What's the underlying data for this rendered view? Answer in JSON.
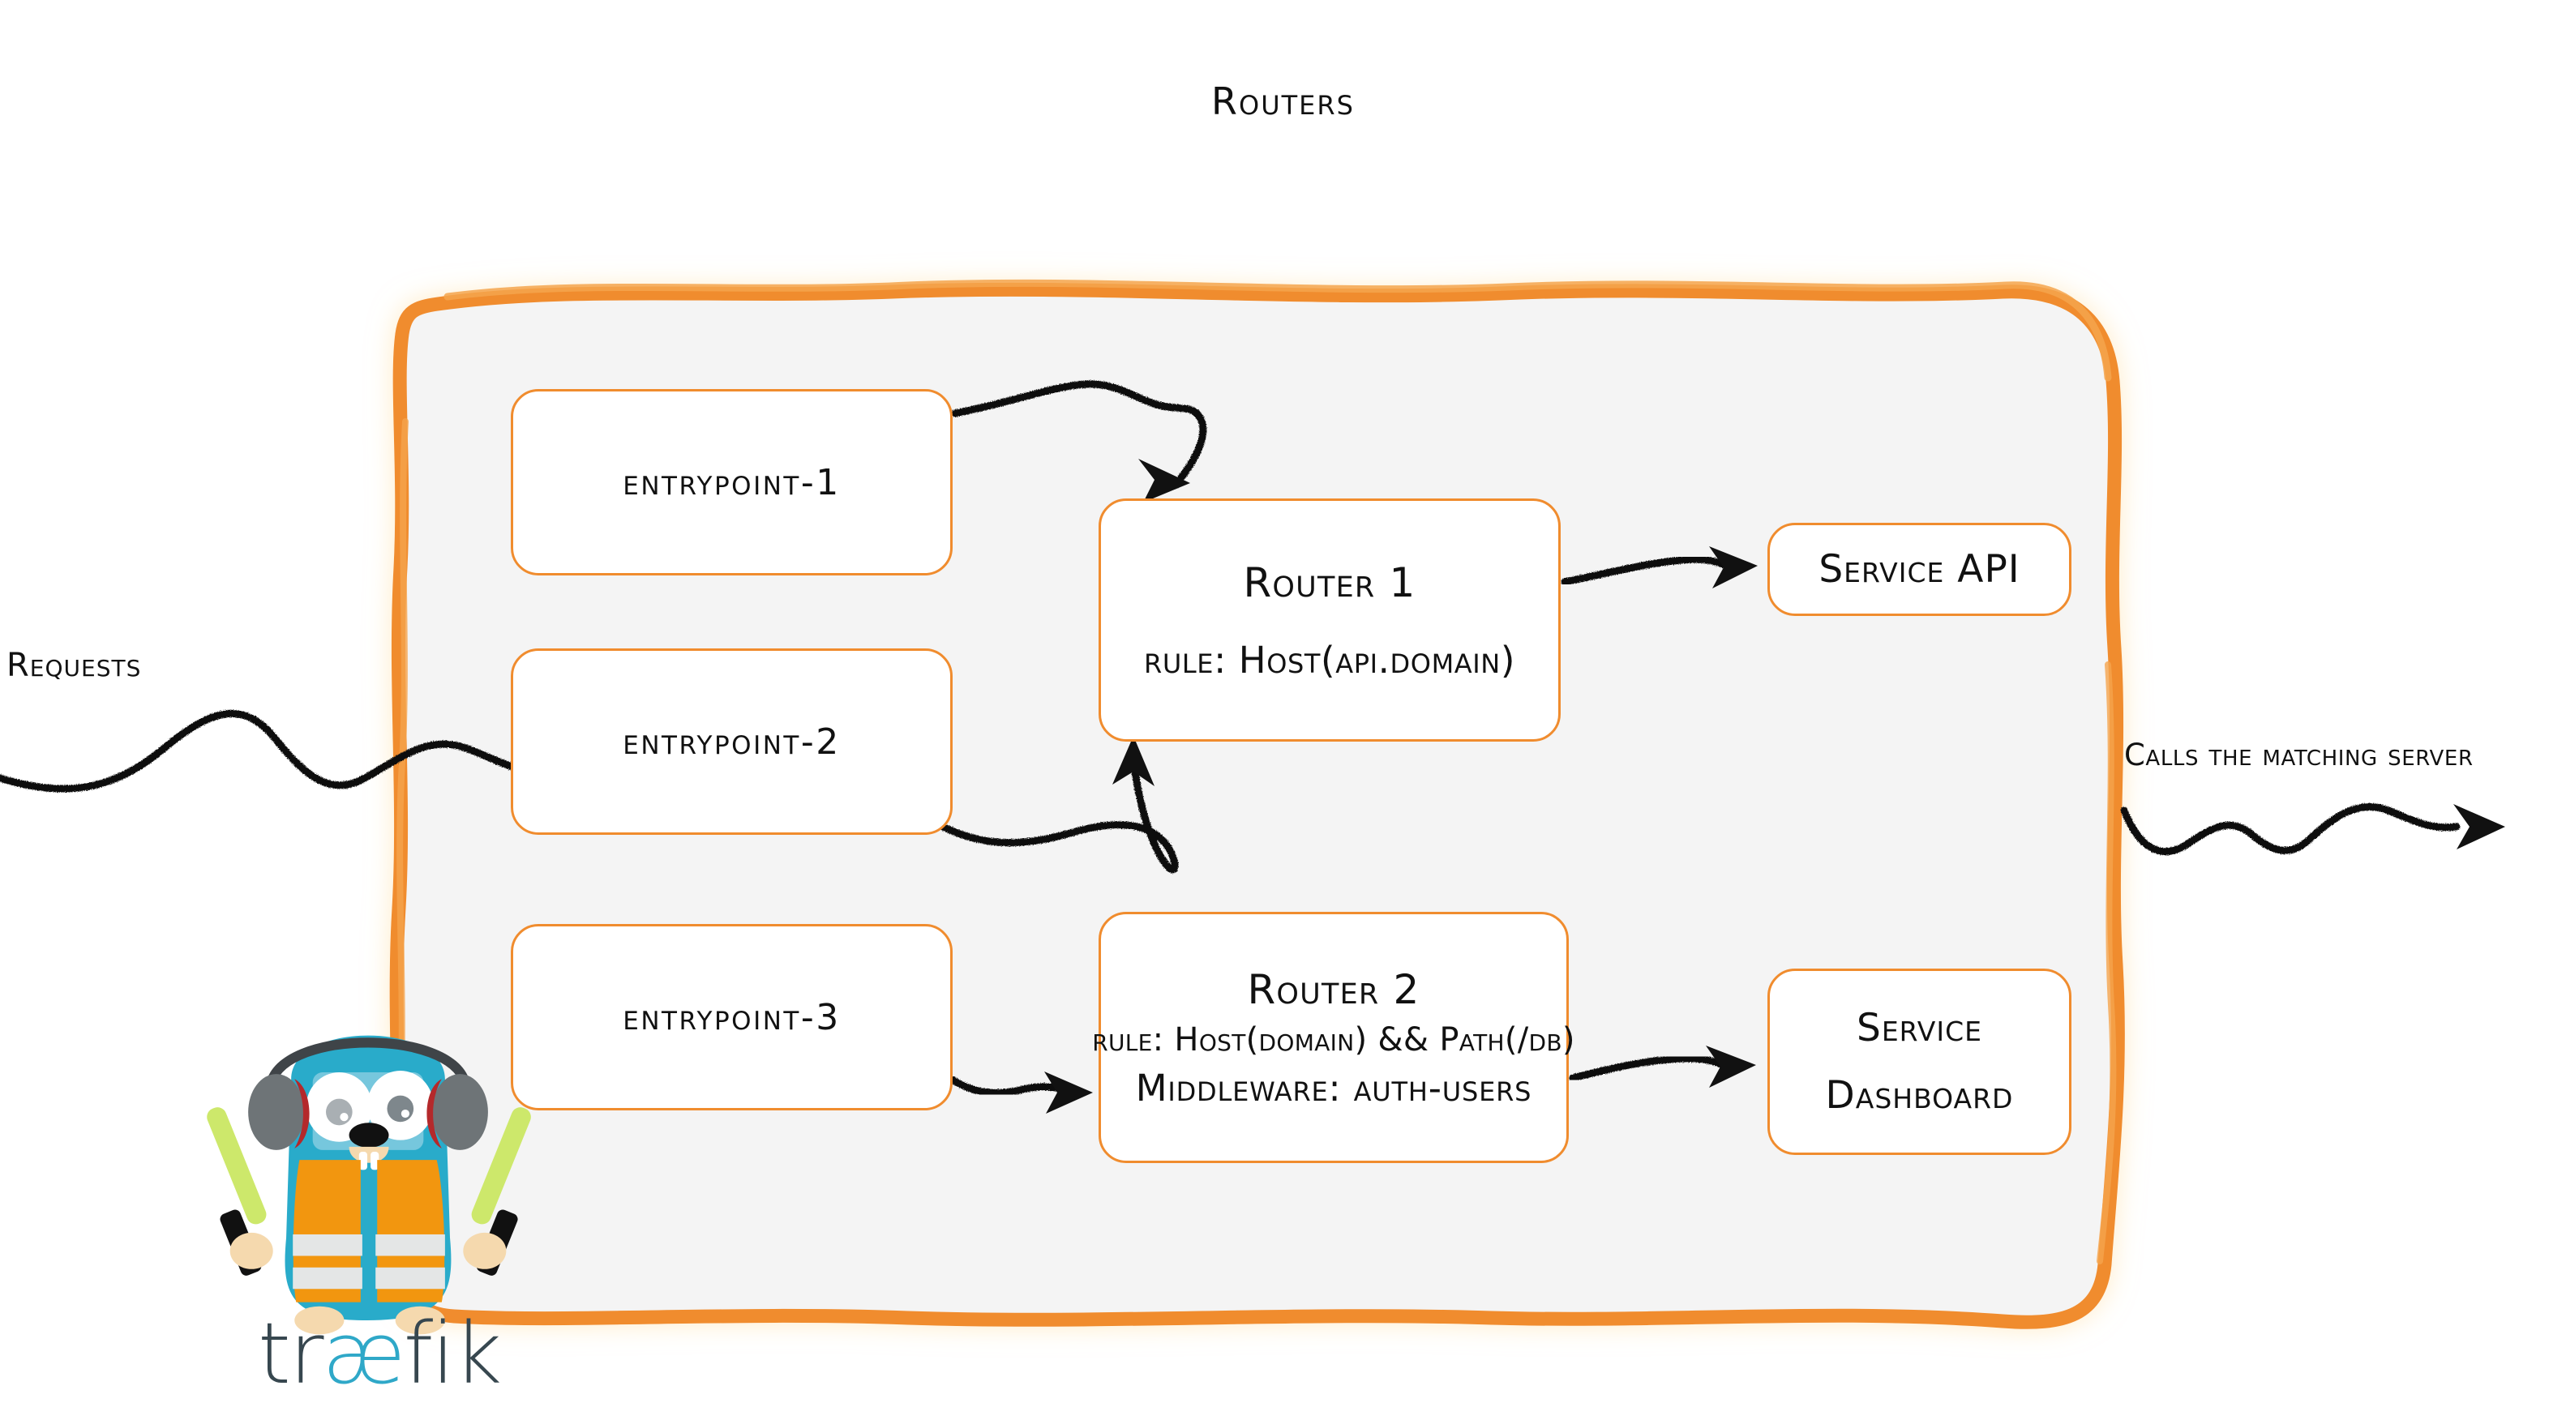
{
  "diagram": {
    "title": "Routers",
    "left_label": "Requests",
    "right_label": "Calls the matching server",
    "brand": {
      "wordmark_part1": "tr",
      "wordmark_ae": "æ",
      "wordmark_part2": "fik",
      "mascot": "traefik-gopher-mascot"
    }
  },
  "entrypoints": [
    {
      "label": "entrypoint-1"
    },
    {
      "label": "entrypoint-2"
    },
    {
      "label": "entrypoint-3"
    }
  ],
  "routers": [
    {
      "name": "Router 1",
      "rule": "rule: Host(api.domain)"
    },
    {
      "name": "Router 2",
      "rule": "rule: Host(domain) && Path(/db)",
      "middleware": "Middleware: auth-users"
    }
  ],
  "services": [
    {
      "label": "Service API"
    },
    {
      "line1": "Service",
      "line2": "Dashboard"
    }
  ],
  "colors": {
    "brand_orange": "#F08C2E",
    "container_fill": "#F4F4F4",
    "box_fill": "#FFFFFF",
    "ink": "#111111",
    "mascot_cyan": "#29ABCA",
    "mascot_vest": "#F2960F",
    "wordmark_dark": "#37474F"
  }
}
